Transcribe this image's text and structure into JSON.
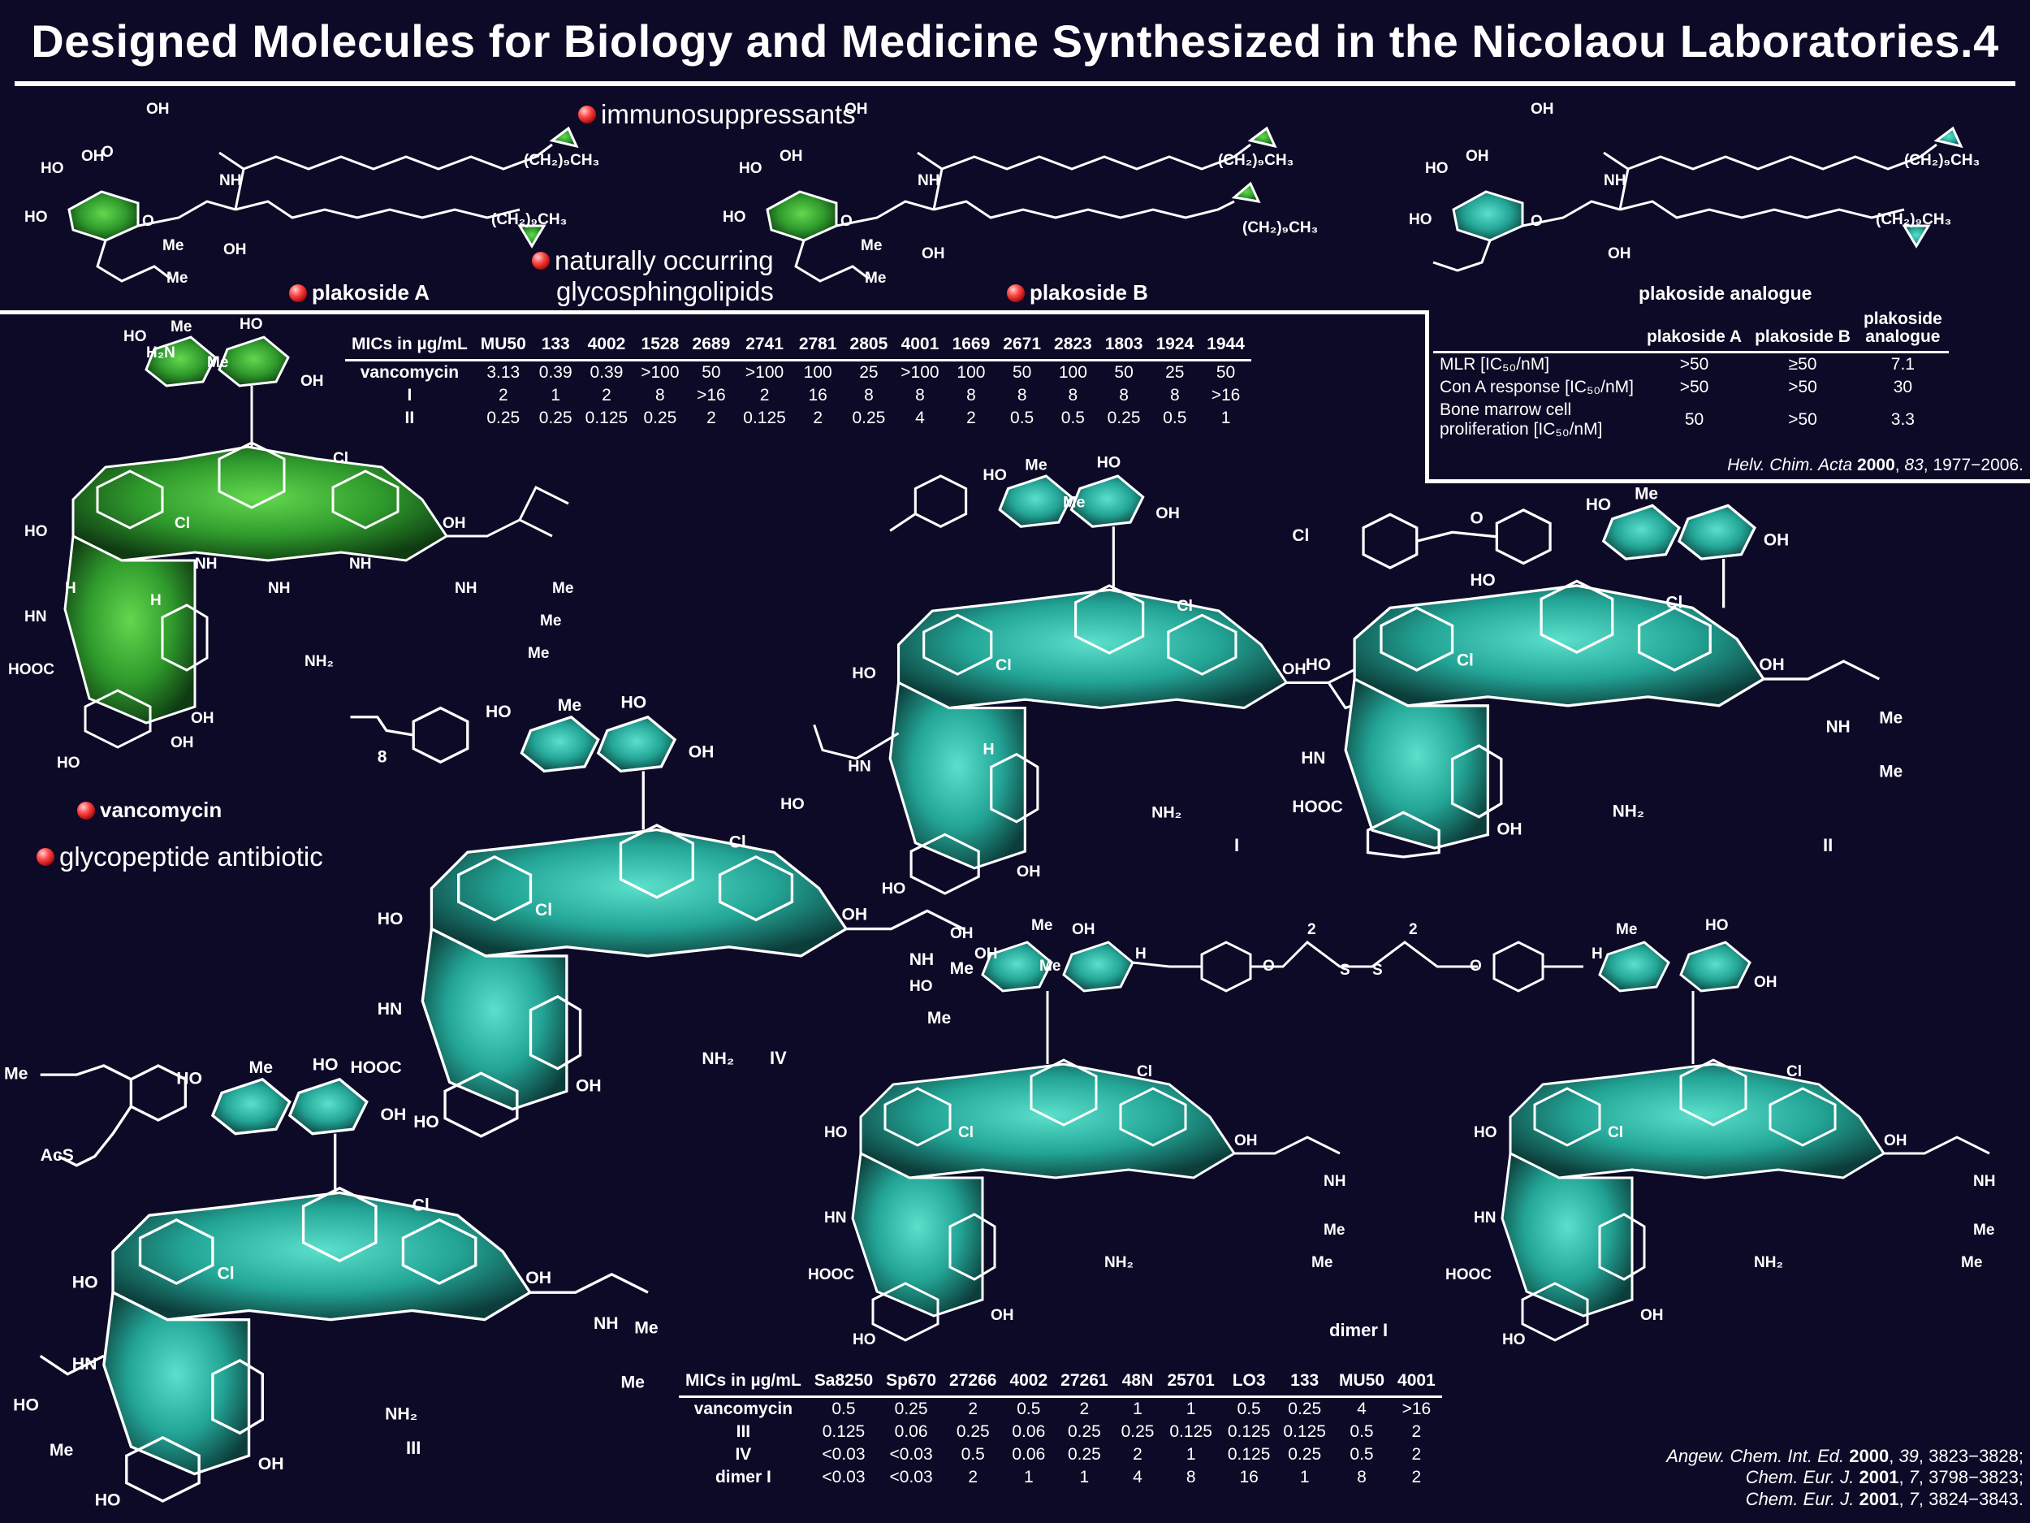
{
  "title": "Designed Molecules for Biology and Medicine Synthesized in the Nicolaou Laboratories.4",
  "labels": {
    "immunosuppressants": "immunosuppressants",
    "natural_line1": "naturally occurring",
    "natural_line2": "glycosphingolipids",
    "plakoside_a": "plakoside A",
    "plakoside_b": "plakoside B",
    "plakoside_analogue": "plakoside analogue",
    "vancomycin": "vancomycin",
    "glycopeptide": "glycopeptide antibiotic"
  },
  "compound_labels": {
    "I": "I",
    "II": "II",
    "III": "III",
    "IV": "IV",
    "dimer": "dimer I"
  },
  "atom_labels": {
    "OH": "OH",
    "HO": "HO",
    "NH": "NH",
    "HN": "HN",
    "H": "H",
    "O": "O",
    "Cl": "Cl",
    "Me": "Me",
    "NH2": "NH₂",
    "HOOC": "HOOC",
    "AcS": "AcS",
    "chain": "(CH₂)₉CH₃",
    "H2N": "H₂N",
    "eight": "8",
    "two": "2",
    "S": "S"
  },
  "mic_table_top": {
    "header_label": "MICs in µg/mL",
    "columns": [
      "MU50",
      "133",
      "4002",
      "1528",
      "2689",
      "2741",
      "2781",
      "2805",
      "4001",
      "1669",
      "2671",
      "2823",
      "1803",
      "1924",
      "1944"
    ],
    "rows": [
      {
        "label": "vancomycin",
        "values": [
          "3.13",
          "0.39",
          "0.39",
          ">100",
          "50",
          ">100",
          "100",
          "25",
          ">100",
          "100",
          "50",
          "100",
          "50",
          "25",
          "50"
        ]
      },
      {
        "label": "I",
        "values": [
          "2",
          "1",
          "2",
          "8",
          ">16",
          "2",
          "16",
          "8",
          "8",
          "8",
          "8",
          "8",
          "8",
          "8",
          ">16"
        ]
      },
      {
        "label": "II",
        "values": [
          "0.25",
          "0.25",
          "0.125",
          "0.25",
          "2",
          "0.125",
          "2",
          "0.25",
          "4",
          "2",
          "0.5",
          "0.5",
          "0.25",
          "0.5",
          "1"
        ]
      }
    ]
  },
  "plakoside_table": {
    "headers": [
      "plakoside A",
      "plakoside B",
      "plakoside analogue"
    ],
    "header_split": [
      "plakoside",
      "analogue"
    ],
    "rows": [
      {
        "label": "MLR [IC₅₀/nM]",
        "values": [
          ">50",
          "≥50",
          "7.1"
        ]
      },
      {
        "label": "Con A response [IC₅₀/nM]",
        "values": [
          ">50",
          ">50",
          "30"
        ]
      },
      {
        "label_line1": "Bone marrow cell",
        "label": "proliferation [IC₅₀/nM]",
        "values": [
          "50",
          ">50",
          "3.3"
        ]
      }
    ],
    "cite": {
      "journal": "Helv. Chim. Acta",
      "year": "2000",
      "vol": "83",
      "pages": "1977−2006."
    }
  },
  "mic_table_bottom": {
    "header_label": "MICs in µg/mL",
    "columns": [
      "Sa8250",
      "Sp670",
      "27266",
      "4002",
      "27261",
      "48N",
      "25701",
      "LO3",
      "133",
      "MU50",
      "4001"
    ],
    "rows": [
      {
        "label": "vancomycin",
        "values": [
          "0.5",
          "0.25",
          "2",
          "0.5",
          "2",
          "1",
          "1",
          "0.5",
          "0.25",
          "4",
          ">16"
        ]
      },
      {
        "label": "III",
        "values": [
          "0.125",
          "0.06",
          "0.25",
          "0.06",
          "0.25",
          "0.25",
          "0.125",
          "0.125",
          "0.125",
          "0.5",
          "2"
        ]
      },
      {
        "label": "IV",
        "values": [
          "<0.03",
          "<0.03",
          "0.5",
          "0.06",
          "0.25",
          "2",
          "1",
          "0.125",
          "0.25",
          "0.5",
          "2"
        ]
      },
      {
        "label": "dimer I",
        "values": [
          "<0.03",
          "<0.03",
          "2",
          "1",
          "1",
          "4",
          "8",
          "16",
          "1",
          "8",
          "2"
        ]
      }
    ]
  },
  "citations_bottom": [
    {
      "journal": "Angew. Chem. Int. Ed.",
      "year": "2000",
      "vol": "39",
      "pages": "3823−3828;"
    },
    {
      "journal": "Chem. Eur. J.",
      "year": "2001",
      "vol": "7",
      "pages": "3798−3823;"
    },
    {
      "journal": "Chem. Eur. J.",
      "year": "2001",
      "vol": "7",
      "pages": "3824−3843."
    }
  ],
  "colors": {
    "background": "#0c0a26",
    "green": "#3fae3a",
    "teal": "#2fb9a8",
    "red_bullet": "#ff4a4a"
  }
}
